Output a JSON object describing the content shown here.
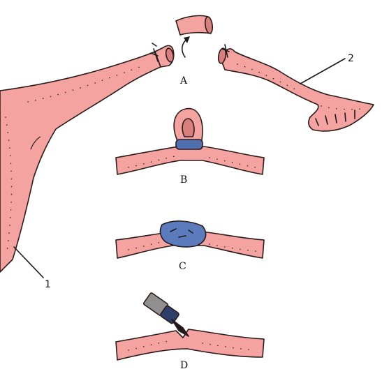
{
  "labels": {
    "step_a": "A",
    "step_b": "B",
    "step_c": "C",
    "step_d": "D",
    "callout_1": "1",
    "callout_2": "2"
  },
  "colors": {
    "tissue": "#f4a3a0",
    "tissue_dark": "#d97f7d",
    "cuff": "#4f6fb0",
    "gauze": "#5b7bbd",
    "cautery_body": "#8f8f8f",
    "outline": "#2a1b1b"
  },
  "icons": {
    "curved_arrow": "rotation-arrow",
    "instrument": "electrocautery-probe"
  }
}
